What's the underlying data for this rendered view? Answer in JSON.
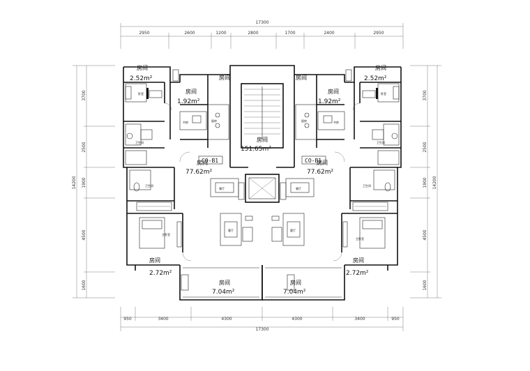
{
  "plan": {
    "top_total": "17300",
    "top_segments": [
      "2950",
      "2600",
      "1200",
      "2800",
      "1700",
      "2400",
      "2950"
    ],
    "bottom_total": "17300",
    "bottom_segments": [
      "950",
      "3400",
      "4300",
      "4300",
      "3400",
      "950"
    ],
    "left_total": "14200",
    "left_segments": [
      "3700",
      "2500",
      "1900",
      "4500",
      "1600"
    ],
    "right_total": "14200",
    "right_segments": [
      "3700",
      "2500",
      "1900",
      "4500",
      "1600"
    ],
    "unit_tags": [
      "CO-B1",
      "CO-B1"
    ],
    "rooms": {
      "room_label": "房间",
      "top_left_area": "2.52m²",
      "top_right_area": "2.52m²",
      "mid_left_area": "1.92m²",
      "mid_right_area": "1.92m²",
      "central_area": "151.65m²",
      "living_left_area": "77.62m²",
      "living_right_area": "77.62m²",
      "lower_left_area": "2.72m²",
      "lower_right_area": "2.72m²",
      "balcony_left_area": "7.04m²",
      "balcony_right_area": "7.04m²"
    },
    "furniture": {
      "bedroom": "卧室",
      "master_bedroom": "主卧室",
      "living": "客厅",
      "kitchen": "厨房",
      "dining": "餐厅",
      "bath": "卫生间",
      "study": "书房"
    }
  }
}
